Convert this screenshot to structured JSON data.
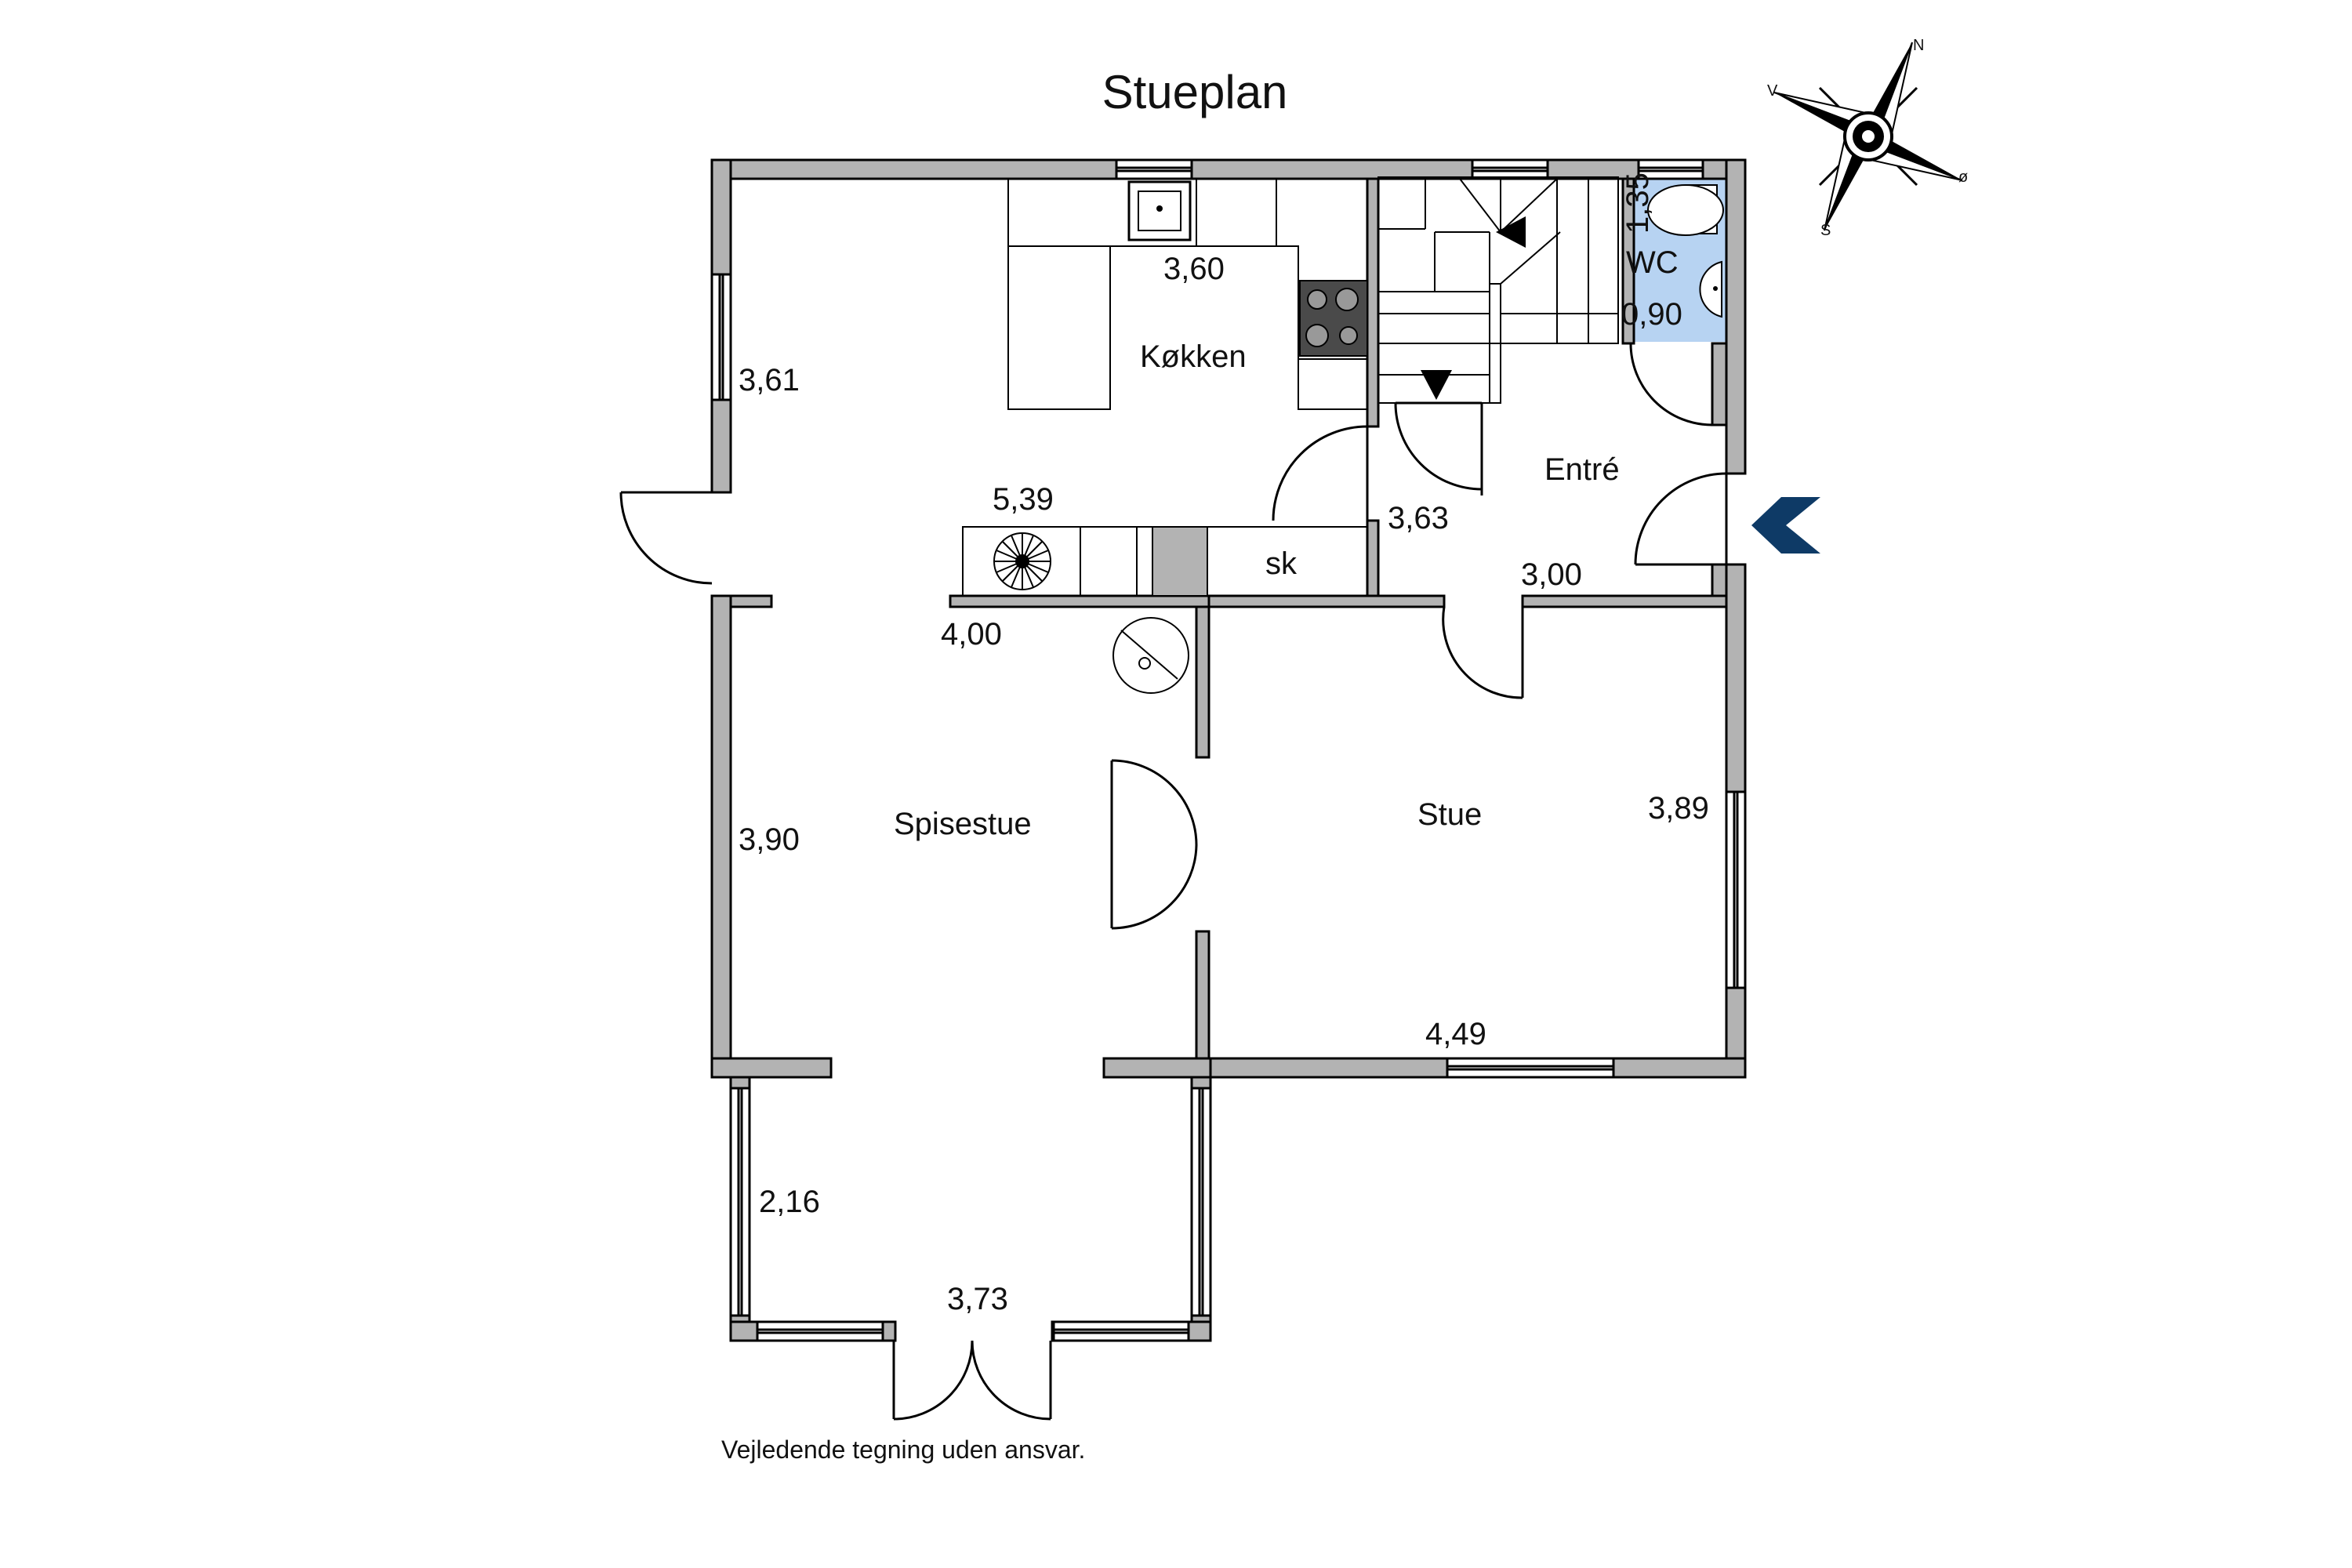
{
  "title": "Stueplan",
  "rooms": {
    "kitchen": "Køkken",
    "entrance": "Entré",
    "wc": "WC",
    "dining": "Spisestue",
    "living": "Stue",
    "closet": "sk"
  },
  "dimensions": {
    "kitchen_width": "3,60",
    "kitchen_left": "3,61",
    "kitchen_bottom": "5,39",
    "entrance_left": "3,63",
    "entrance_bottom": "3,00",
    "wc_width": "1,35",
    "wc_depth": "0,90",
    "dining_top": "4,00",
    "dining_left": "3,90",
    "living_right": "3,89",
    "living_bottom": "4,49",
    "bay_left": "2,16",
    "bay_bottom": "3,73"
  },
  "compass": {
    "north": "N",
    "south": "S",
    "west": "V",
    "east": "ø"
  },
  "disclaimer": "Vejledende tegning uden ansvar.",
  "colors": {
    "wall": "#b3b3b3",
    "wall_stroke": "#000000",
    "wc_fill": "#b7d3f2",
    "entry_arrow": "#0e3a66"
  }
}
